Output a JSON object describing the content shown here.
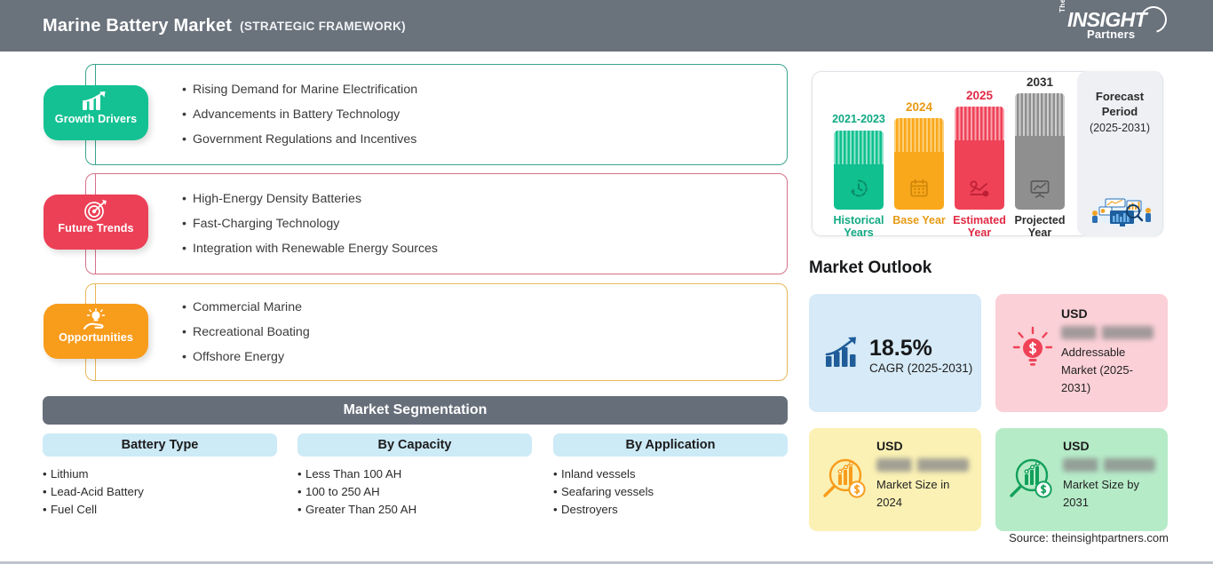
{
  "header": {
    "title": "Marine Battery Market",
    "subtitle": "(STRATEGIC FRAMEWORK)",
    "logo": {
      "the": "The",
      "insight": "INSIGHT",
      "partners": "Partners"
    },
    "bg_color": "#6a727c"
  },
  "panels": [
    {
      "key": "growth-drivers",
      "label": "Growth Drivers",
      "icon": "bar-chart-growth-icon",
      "color": "#14c193",
      "border_color": "#3aa58c",
      "bullets": [
        "Rising Demand for Marine Electrification",
        "Advancements in Battery Technology",
        "Government Regulations and Incentives"
      ]
    },
    {
      "key": "future-trends",
      "label": "Future Trends",
      "icon": "target-dart-icon",
      "color": "#ec4056",
      "border_color": "#d4718b",
      "bullets": [
        "High-Energy Density Batteries",
        "Fast-Charging Technology",
        "Integration with Renewable Energy Sources"
      ]
    },
    {
      "key": "opportunities",
      "label": "Opportunities",
      "icon": "hand-lightbulb-icon",
      "color": "#f89c1c",
      "border_color": "#e8b857",
      "bullets": [
        "Commercial Marine",
        "Recreational Boating",
        "Offshore Energy"
      ]
    }
  ],
  "segmentation": {
    "header": "Market Segmentation",
    "columns": [
      {
        "title": "Battery Type",
        "items": [
          "Lithium",
          "Lead-Acid Battery",
          "Fuel Cell"
        ]
      },
      {
        "title": "By Capacity",
        "items": [
          "Less Than 100 AH",
          "100 to 250 AH",
          "Greater Than 250 AH"
        ]
      },
      {
        "title": "By Application",
        "items": [
          "Inland vessels",
          "Seafaring vessels",
          "Destroyers"
        ]
      }
    ]
  },
  "years_panel": {
    "bars": [
      {
        "year": "2021-2023",
        "label": "Historical Years",
        "color": "#10c08f",
        "stripe": "#7fe0c4",
        "icon": "clock-history-icon"
      },
      {
        "year": "2024",
        "label": "Base Year",
        "color": "#f9a81b",
        "stripe": "#fdd282",
        "icon": "calendar-icon"
      },
      {
        "year": "2025",
        "label": "Estimated Year",
        "color": "#ef4257",
        "stripe": "#f894a2",
        "icon": "forecast-chart-icon"
      },
      {
        "year": "2031",
        "label": "Projected Year",
        "color": "#8f8f8f",
        "stripe": "#c5c5c5",
        "icon": "presentation-chart-icon"
      }
    ],
    "forecast": {
      "title_line1": "Forecast",
      "title_line2": "Period",
      "years": "(2025-2031)",
      "illustration": "analytics-dashboard-illustration"
    }
  },
  "market_outlook": {
    "title": "Market Outlook",
    "cards": [
      {
        "key": "cagr",
        "bg": "#d6eaf7",
        "icon": "growth-bar-chart-icon",
        "icon_color": "#1f5c99",
        "value": "18.5%",
        "caption": "CAGR (2025-2031)"
      },
      {
        "key": "addressable-market",
        "bg": "#fbd0d7",
        "icon": "lightbulb-dollar-icon",
        "icon_color": "#ef4257",
        "usd": "USD",
        "redacted": "lorem ipsum",
        "caption": "Addressable Market (2025-2031)"
      },
      {
        "key": "market-size-2024",
        "bg": "#fbf1b4",
        "icon": "magnifier-bar-chart-dollar-icon",
        "icon_color": "#f89c1c",
        "usd": "USD",
        "redacted": "lorem ipsum",
        "caption": "Market Size in 2024"
      },
      {
        "key": "market-size-2031",
        "bg": "#b6ebc8",
        "icon": "magnifier-bar-chart-dollar-icon",
        "icon_color": "#13a05c",
        "usd": "USD",
        "redacted": "lorem ipsum",
        "caption": "Market Size by 2031"
      }
    ]
  },
  "source": "Source: theinsightpartners.com"
}
